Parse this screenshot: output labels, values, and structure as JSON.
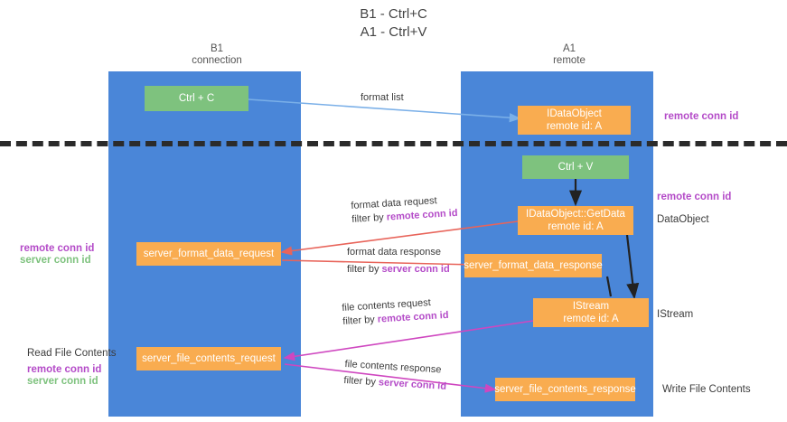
{
  "title": {
    "line1": "B1 - Ctrl+C",
    "line2": "A1 - Ctrl+V"
  },
  "columns": {
    "left": {
      "name": "B1",
      "role": "connection"
    },
    "right": {
      "name": "A1",
      "role": "remote"
    }
  },
  "boxes": {
    "ctrl_c": "Ctrl + C",
    "ctrl_v": "Ctrl + V",
    "idataobject": "IDataObject",
    "idataobject_sub": "remote id: A",
    "getdata": "IDataObject::GetData",
    "getdata_sub": "remote id: A",
    "istream": "IStream",
    "istream_sub": "remote id: A",
    "server_format_data_request": "server_format_data_request",
    "server_format_data_response": "server_format_data_response",
    "server_file_contents_request": "server_file_contents_request",
    "server_file_contents_response": "server_file_contents_response"
  },
  "edges": {
    "format_list": "format list",
    "format_data_request": "format data request",
    "format_data_request_filter_prefix": "filter by ",
    "format_data_request_filter_key": "remote conn id",
    "format_data_response": "format data response",
    "format_data_response_filter_prefix": "filter by ",
    "format_data_response_filter_key": "server conn id",
    "file_contents_request": "file contents request",
    "file_contents_request_filter_prefix": "filter by ",
    "file_contents_request_filter_key": "remote conn id",
    "file_contents_response": "file contents response",
    "file_contents_response_filter_prefix": "filter by ",
    "file_contents_response_filter_key": "server conn id"
  },
  "side_labels": {
    "right_remote_conn_id_top": "remote conn id",
    "right_remote_conn_id_mid": "remote conn id",
    "right_dataobject": "DataObject",
    "right_istream": "IStream",
    "right_write_file_contents": "Write File Contents",
    "left_remote_conn_id_mid": "remote conn id",
    "left_server_conn_id_mid": "server conn id",
    "left_read_file_contents": "Read File Contents",
    "left_remote_conn_id_bottom": "remote conn id",
    "left_server_conn_id_bottom": "server conn id"
  },
  "colors": {
    "lane": "#4a86d8",
    "box_orange": "#f9ac50",
    "box_green": "#7ec27e",
    "key_purple": "#b44bc8",
    "key_green": "#7ec27e",
    "arrow_blue": "#7bb0e8",
    "arrow_red": "#e8645a",
    "arrow_magenta": "#cf47c0",
    "arrow_dark": "#222222",
    "divider": "#2b2b2b"
  }
}
